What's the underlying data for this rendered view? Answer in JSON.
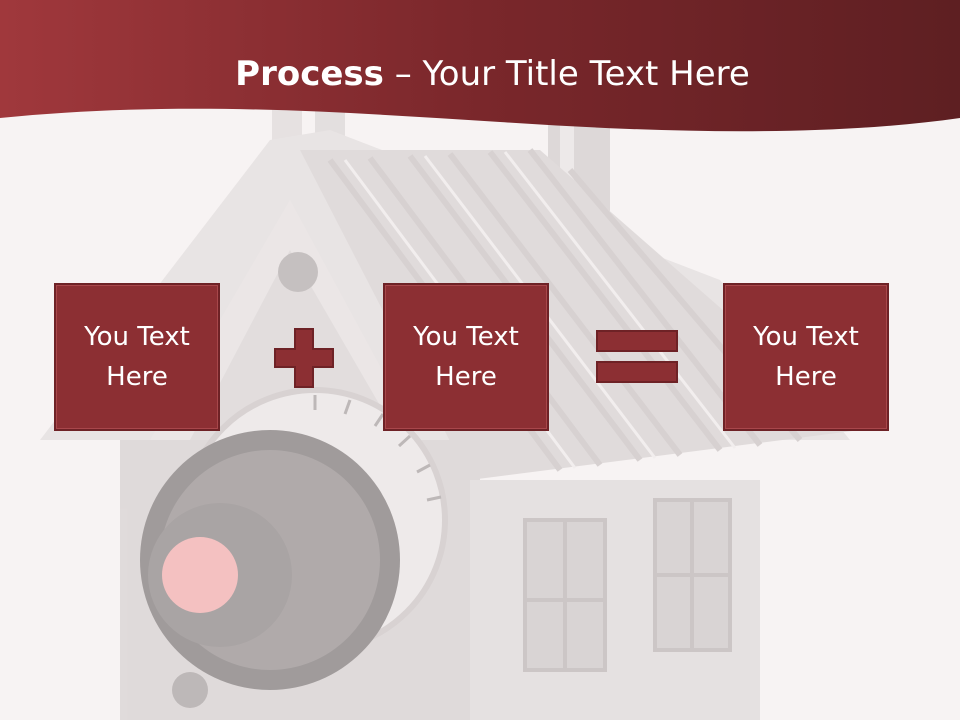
{
  "title": {
    "bold": "Process",
    "separator": " – ",
    "rest": "Your Title Text Here"
  },
  "boxes": [
    {
      "text": "You Text Here"
    },
    {
      "text": "You Text Here"
    },
    {
      "text": "You Text Here"
    }
  ],
  "operators": [
    "plus-icon",
    "equals-icon"
  ],
  "colors": {
    "primary": "#8c2f33",
    "header_dark": "#5e1f22",
    "background": "#f7f3f3"
  }
}
